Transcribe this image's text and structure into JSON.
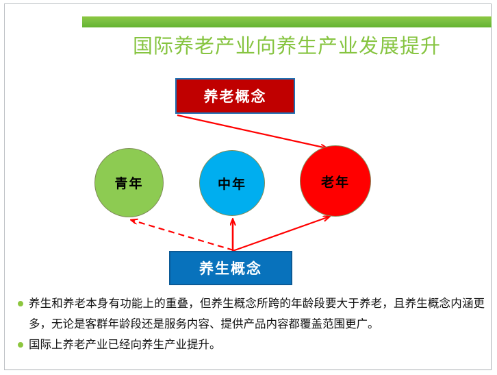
{
  "slide": {
    "title": "国际养老产业向养生产业发展提升",
    "title_color": "#86C440",
    "accent_bar_color": "#7AC043",
    "background": "#FFFFFF"
  },
  "diagram": {
    "top_box": {
      "label": "养老概念",
      "fill": "#C00000",
      "border": "#1F6FB2",
      "text_color": "#FFFFFF"
    },
    "bottom_box": {
      "label": "养生概念",
      "fill": "#0872BC",
      "border": "#0B5A96",
      "text_color": "#FFFFFF"
    },
    "circles": [
      {
        "label": "青年",
        "fill": "#8DCB52",
        "border": "#7F8C5A",
        "text_color": "#000000"
      },
      {
        "label": "中年",
        "fill": "#00AEEF",
        "border": "#7F8C5A",
        "text_color": "#000000"
      },
      {
        "label": "老年",
        "fill": "#FF0000",
        "border": "#7F8C5A",
        "text_color": "#000000"
      }
    ],
    "connectors": [
      {
        "from": "养老概念",
        "to": "老年",
        "style": "solid",
        "color": "#FF0000"
      },
      {
        "from": "养生概念",
        "to": "中年",
        "style": "solid",
        "color": "#FF0000"
      },
      {
        "from": "养生概念",
        "to": "老年",
        "style": "solid",
        "color": "#FF0000"
      },
      {
        "from": "养生概念",
        "to": "青年",
        "style": "dashed",
        "color": "#FF0000"
      }
    ]
  },
  "notes": {
    "bullet_color": "#8DC63F",
    "items": [
      "养生和养老本身有功能上的重叠，但养生概念所跨的年龄段要大于养老，且养生概念内涵更多，无论是客群年龄段还是服务内容、提供产品内容都覆盖范围更广。",
      "国际上养老产业已经向养生产业提升。"
    ]
  }
}
